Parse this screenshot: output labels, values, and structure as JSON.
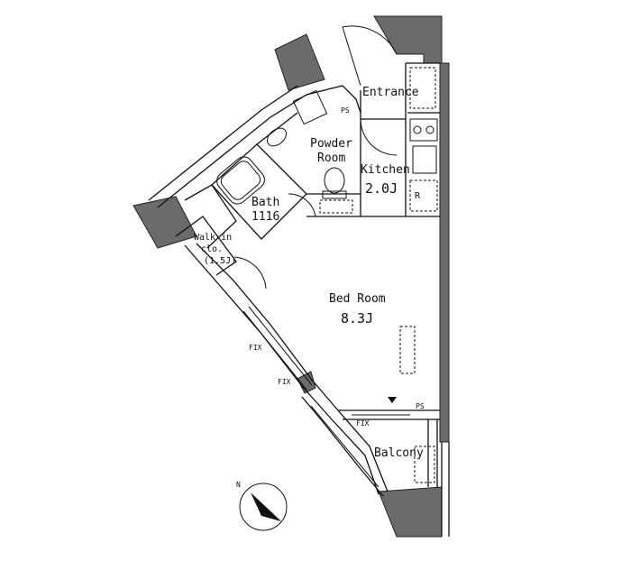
{
  "rooms": {
    "entrance": "Entrance",
    "powder_room_line1": "Powder",
    "powder_room_line2": "Room",
    "kitchen": "Kitchen",
    "kitchen_size": "2.0J",
    "bath": "Bath",
    "bath_size": "1116",
    "walkin_line1": "Walk-in",
    "walkin_line2": "clo.",
    "walkin_size": "(1.5J)",
    "bedroom": "Bed Room",
    "bedroom_size": "8.3J",
    "balcony": "Balcony"
  },
  "marks": {
    "ps_top": "PS",
    "ps_bottom": "PS",
    "refrigerator": "R",
    "fix_1": "FIX",
    "fix_2": "FIX",
    "fix_3": "FIX",
    "compass_north": "N"
  },
  "colors": {
    "wall": "#6b6b6b",
    "line": "#111111",
    "background": "#ffffff"
  }
}
